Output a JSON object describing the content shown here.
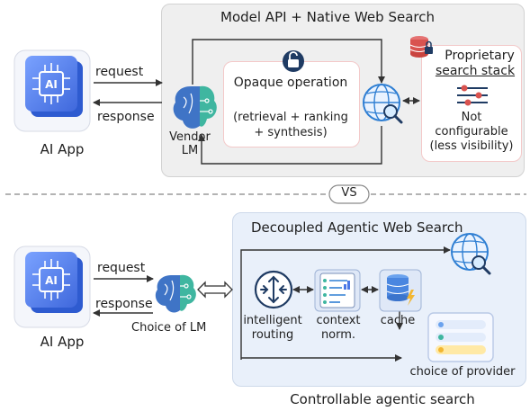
{
  "top": {
    "title": "Model API + Native Web Search",
    "app_label": "AI App",
    "request": "request",
    "response": "response",
    "vendor_lm_line1": "Vendor",
    "vendor_lm_line2": "LM",
    "opaque_title": "Opaque operation",
    "opaque_detail_line1": "(retrieval + ranking",
    "opaque_detail_line2": "+ synthesis)",
    "proprietary_line1": "Proprietary",
    "proprietary_line2": "search stack",
    "not_configurable_line1": "Not",
    "not_configurable_line2": "configurable",
    "not_configurable_line3": "(less visibility)"
  },
  "divider": {
    "label": "VS"
  },
  "bottom": {
    "title": "Decoupled Agentic Web Search",
    "app_label": "AI App",
    "request": "request",
    "response": "response",
    "choice_of_lm": "Choice of LM",
    "routing_line1": "intelligent",
    "routing_line2": "routing",
    "context_line1": "context",
    "context_line2": "norm.",
    "cache": "cache",
    "choice_of_provider": "choice of provider",
    "caption": "Controllable agentic search"
  },
  "colors": {
    "app_blue": "#4a78e6",
    "brain_blue": "#3f74c6",
    "brain_teal": "#3fb6a0",
    "globe_blue": "#2f7fd3",
    "lock_navy": "#1f3b63",
    "db_red": "#d9534f",
    "divider": "#9a9a9a"
  }
}
